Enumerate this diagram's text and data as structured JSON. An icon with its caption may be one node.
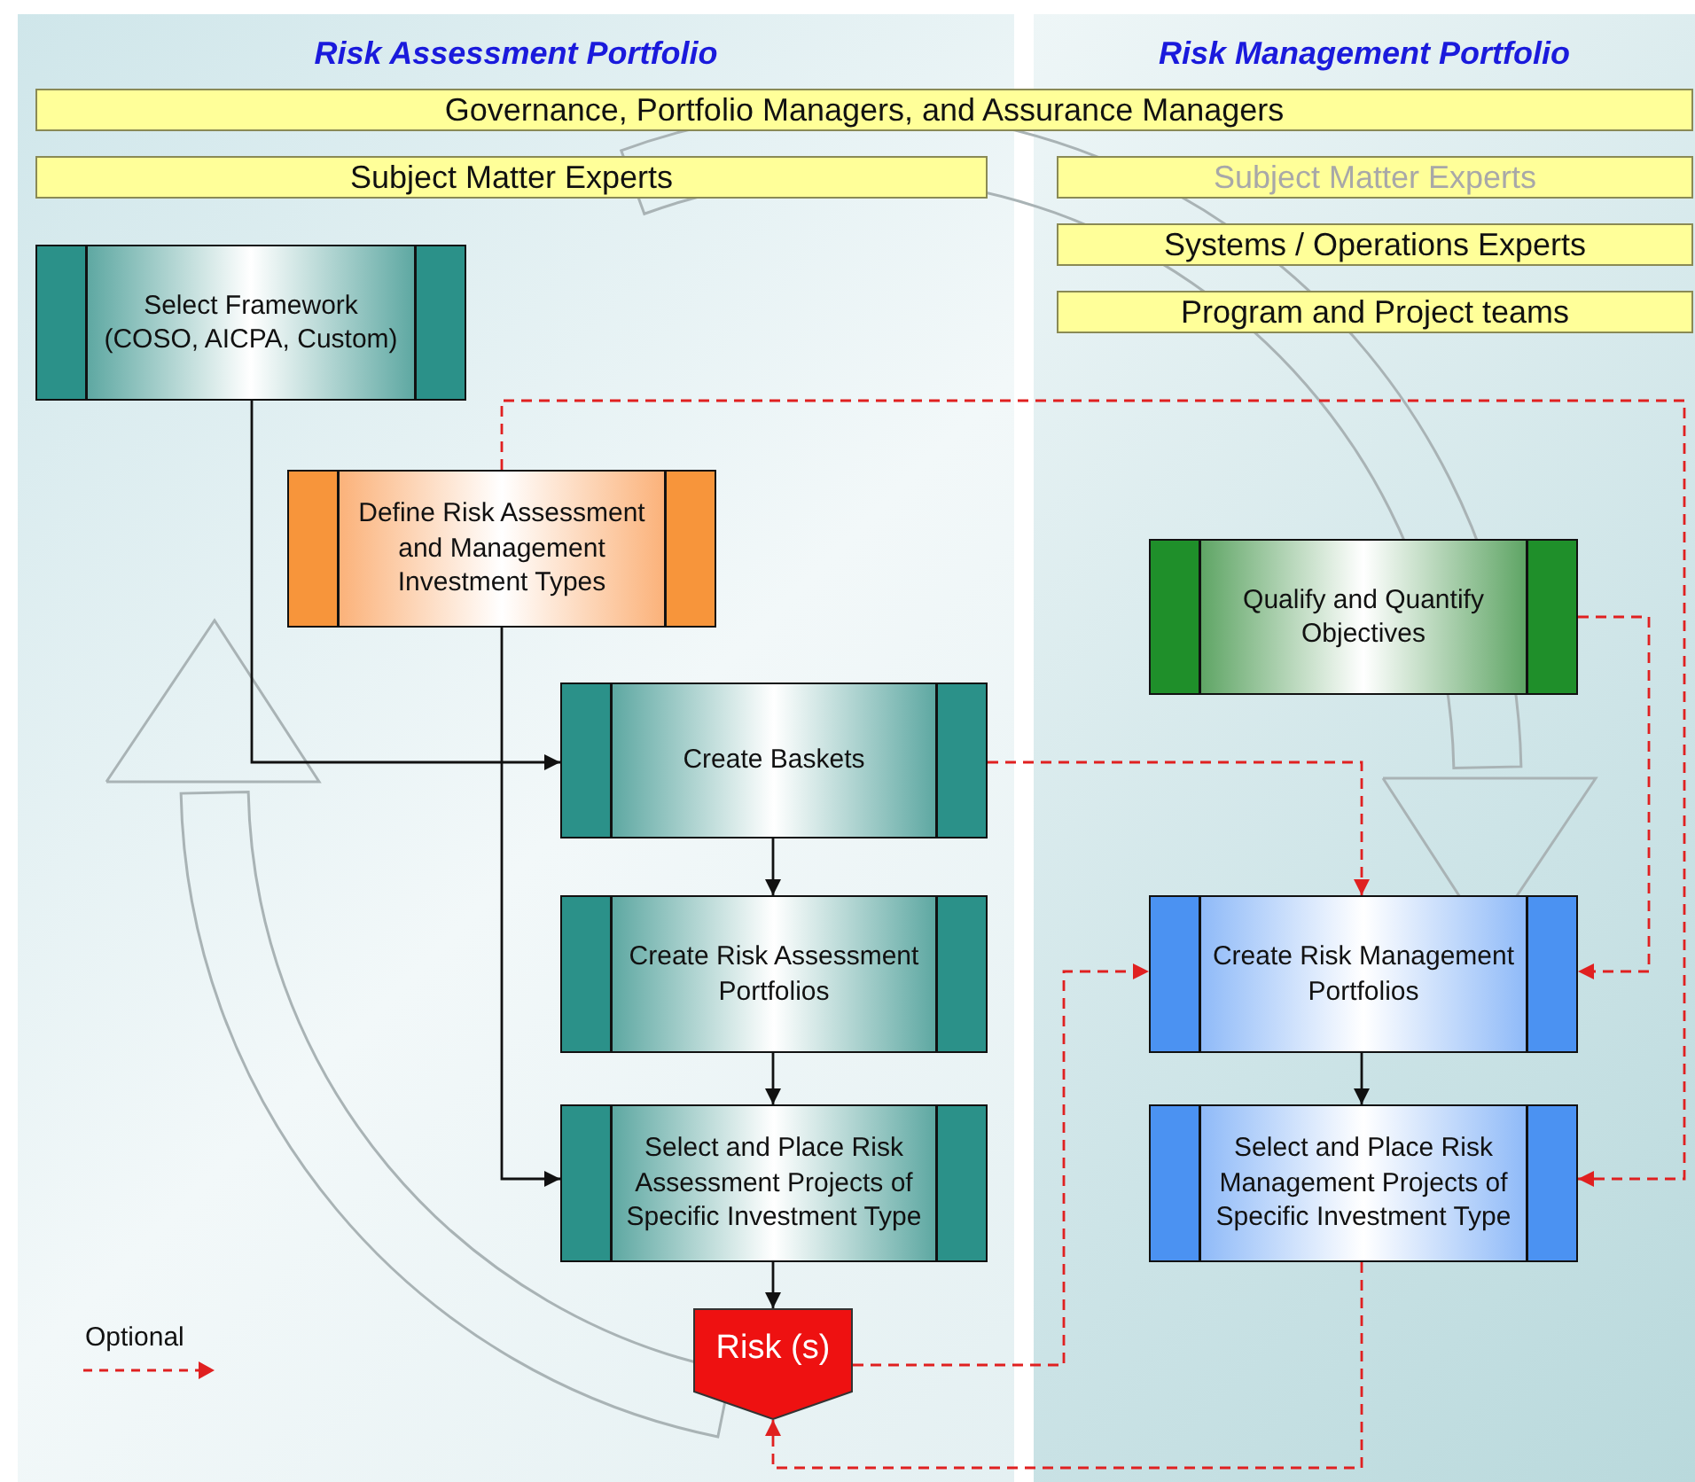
{
  "diagram": {
    "nodes": [
      {
        "text": [
          "Governance, Portfolio Managers, and Assurance Managers"
        ]
      },
      {
        "text": [
          "Subject Matter Experts"
        ]
      },
      {
        "text": [
          "Subject Matter Experts"
        ]
      },
      {
        "text": [
          "Systems / Operations Experts"
        ]
      },
      {
        "text": [
          "Program and Project teams"
        ]
      },
      {
        "text": [
          "Select Framework (COSO, AICPA, Custom)"
        ]
      },
      {
        "text": [
          "Define Risk Assessment and Management Investment Types"
        ]
      },
      {
        "text": [
          "Qualify and Quantify Objectives"
        ]
      },
      {
        "text": [
          "Create Baskets"
        ]
      },
      {
        "text": [
          "Create Risk Assessment Portfolios"
        ]
      },
      {
        "text": [
          "Create Risk Management Portfolios"
        ]
      },
      {
        "text": [
          "Select and Place Risk Assessment Projects of Specific Investment Type"
        ]
      },
      {
        "text": [
          "Select and Place Risk Management Projects of Specific Investment Type"
        ]
      },
      {
        "text": [
          "Risk (s)"
        ]
      }
    ],
    "edges": [
      {
        "from": 5,
        "to": 8,
        "arrow": "to"
      },
      {
        "from": 6,
        "to": 11,
        "arrow": "to"
      },
      {
        "from": 8,
        "to": 9,
        "arrow": "to"
      },
      {
        "from": 9,
        "to": 11,
        "arrow": "to"
      },
      {
        "from": 11,
        "to": 13,
        "arrow": "to"
      },
      {
        "from": 10,
        "to": 12,
        "arrow": "to"
      },
      {
        "from": 6,
        "to": 12,
        "arrow": "to",
        "style": "dashed",
        "color": "#e02020"
      },
      {
        "from": 7,
        "to": 10,
        "arrow": "to",
        "style": "dashed",
        "color": "#e02020"
      },
      {
        "from": 8,
        "to": 10,
        "arrow": "to",
        "style": "dashed",
        "color": "#e02020"
      },
      {
        "from": 13,
        "to": 10,
        "arrow": "to",
        "style": "dashed",
        "color": "#e02020"
      },
      {
        "from": 12,
        "to": 13,
        "arrow": "to",
        "style": "dashed",
        "color": "#e02020"
      }
    ],
    "labels": [
      "Risk Assessment Portfolio",
      "Risk Management Portfolio"
    ],
    "legend": [
      {
        "text": "Optional"
      }
    ]
  }
}
